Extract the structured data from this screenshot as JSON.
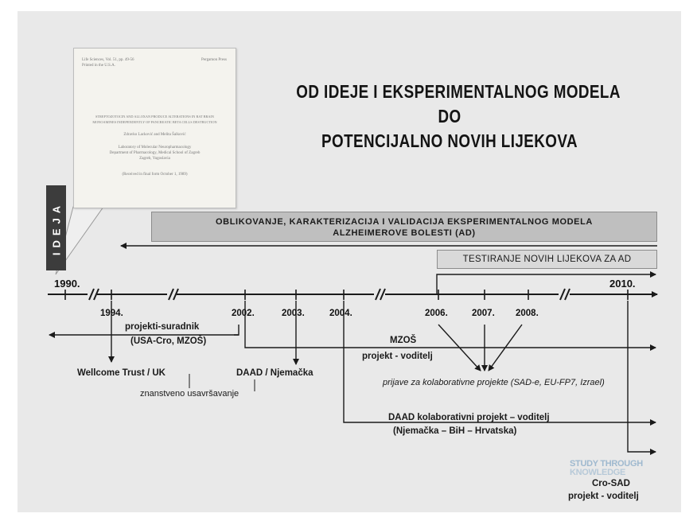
{
  "title": {
    "line1": "OD IDEJE I EKSPERIMENTALNOG MODELA",
    "line2": "DO",
    "line3": "POTENCIJALNO NOVIH LIJEKOVA"
  },
  "ideja_label": "IDEJA",
  "paper": {
    "header_left_1": "Life Sciences, Vol. 51, pp. 49-56",
    "header_left_2": "Printed in the U.S.A.",
    "header_right": "Pergamon Press",
    "title_1": "STREPTOZOTOCIN AND ALLOXAN PRODUCE ALTERATIONS IN RAT BRAIN",
    "title_2": "MONOAMINES INDEPENDENTLY OF PANCREATIC BETA CELLS DESTRUCTION",
    "authors": "Zdravko Lacković and Melita Šalković",
    "affil_1": "Laboratory of Molecular Neuropharmacology",
    "affil_2": "Department of Pharmacology, Medical School of Zagreb",
    "affil_3": "Zagreb, Yugoslavia",
    "received": "(Received in final form October 1, 1989)"
  },
  "bars": {
    "model_line1": "OBLIKOVANJE, KARAKTERIZACIJA I VALIDACIJA EKSPERIMENTALNOG MODELA",
    "model_line2": "ALZHEIMEROVE BOLESTI (AD)",
    "testing": "TESTIRANJE NOVIH LIJEKOVA ZA AD"
  },
  "years": {
    "y1990": "1990.",
    "y1994": "1994.",
    "y2002": "2002.",
    "y2003": "2003.",
    "y2004": "2004.",
    "y2006": "2006.",
    "y2007": "2007.",
    "y2008": "2008.",
    "y2010": "2010."
  },
  "labels": {
    "suradnik_1": "projekti-suradnik",
    "suradnik_2": "(USA-Cro, MZOŠ)",
    "wellcome": "Wellcome Trust / UK",
    "usavrsavanje": "znanstveno usavršavanje",
    "daad_njemacka": "DAAD / Njemačka",
    "mzos_1": "MZOŠ",
    "mzos_2": "projekt - voditelj",
    "prijave": "prijave za kolaborativne projekte (SAD-e, EU-FP7, Izrael)",
    "daad_kolab_1": "DAAD kolaborativni projekt – voditelj",
    "daad_kolab_2": "(Njemačka – BiH – Hrvatska)",
    "cro_sad_1": "Cro-SAD",
    "cro_sad_2": "projekt - voditelj",
    "logo_1": "STUDY THROUGH",
    "logo_2": "KNOWLEDGE"
  }
}
